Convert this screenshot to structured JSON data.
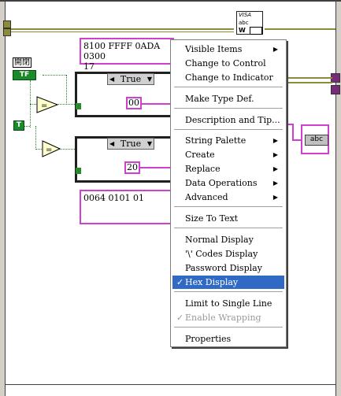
{
  "diagram": {
    "hex_string_top": [
      "8100 FFFF 0ADA 0300",
      "17"
    ],
    "hex_string_bottom": "0064 0101 01",
    "label_top_left": "開閉",
    "bool_tf": "TF",
    "bool_t": "T",
    "case1_selector": "True",
    "case2_selector": "True",
    "case1_const": "00",
    "case2_const": "20",
    "indicator_label": "abc",
    "visa_label": "VISA",
    "visa_sub": "abc",
    "visa_w": "W"
  },
  "context_menu": {
    "items": [
      {
        "label": "Visible Items",
        "submenu": true
      },
      {
        "label": "Change to Control"
      },
      {
        "label": "Change to Indicator"
      },
      {
        "label": "Make Type Def."
      },
      {
        "label": "Description and Tip..."
      },
      {
        "label": "String Palette",
        "submenu": true
      },
      {
        "label": "Create",
        "submenu": true
      },
      {
        "label": "Replace",
        "submenu": true
      },
      {
        "label": "Data Operations",
        "submenu": true
      },
      {
        "label": "Advanced",
        "submenu": true
      },
      {
        "label": "Size To Text"
      },
      {
        "label": "Normal Display"
      },
      {
        "label": "'\\' Codes Display"
      },
      {
        "label": "Password Display"
      },
      {
        "label": "Hex Display",
        "checked": true,
        "selected": true
      },
      {
        "label": "Limit to Single Line"
      },
      {
        "label": "Enable Wrapping",
        "checked": true,
        "disabled": true
      },
      {
        "label": "Properties"
      }
    ],
    "check_glyph": "✓",
    "arrow_glyph": "▶"
  }
}
